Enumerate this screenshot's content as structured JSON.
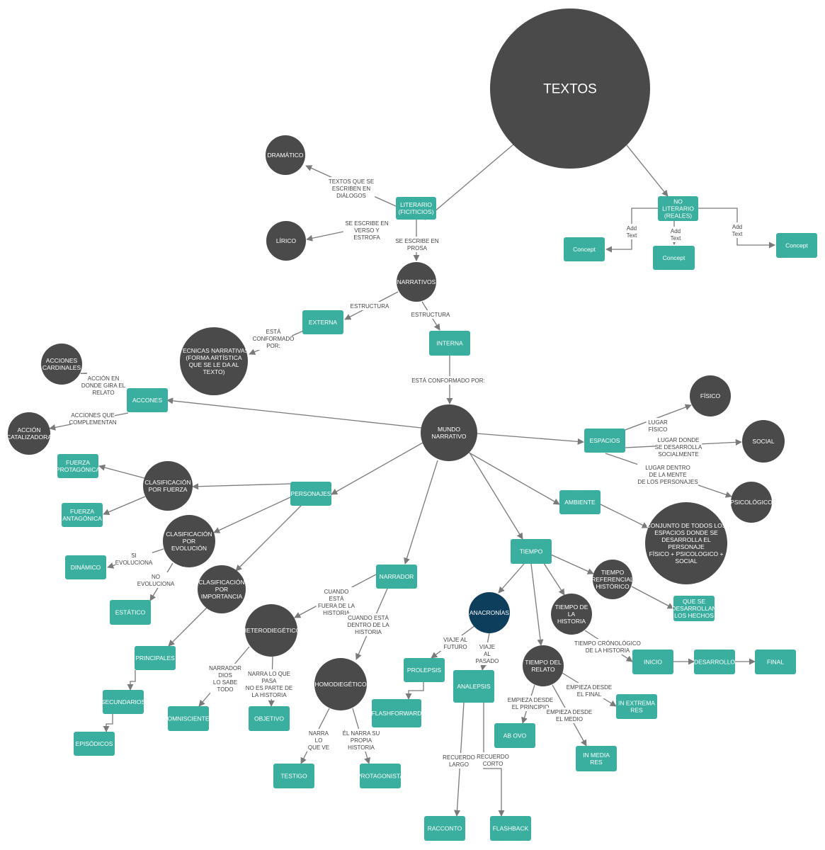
{
  "colors": {
    "circle_node": "#4a4a4a",
    "concept_box": "#3aafa0",
    "highlight_node": "#0d3e5c",
    "edge": "#7a7a7a",
    "edge_label": "#444444",
    "node_text": "#ffffff"
  },
  "nodes": [
    {
      "id": "textos",
      "shape": "circle",
      "lines": [
        "TEXTOS"
      ]
    },
    {
      "id": "literario",
      "shape": "box",
      "lines": [
        "LITERARIO",
        "(FICITICIOS)"
      ]
    },
    {
      "id": "no_literario",
      "shape": "box",
      "lines": [
        "NO",
        "LITERARIO",
        "(REALES)"
      ]
    },
    {
      "id": "concept_a",
      "shape": "box",
      "lines": [
        "Concept"
      ]
    },
    {
      "id": "concept_b",
      "shape": "box",
      "lines": [
        "Concept"
      ]
    },
    {
      "id": "concept_c",
      "shape": "box",
      "lines": [
        "Concept"
      ]
    },
    {
      "id": "dramatico",
      "shape": "circle",
      "lines": [
        "DRAMÁTICO"
      ]
    },
    {
      "id": "lirico",
      "shape": "circle",
      "lines": [
        "LÍRICO"
      ]
    },
    {
      "id": "narrativos",
      "shape": "circle",
      "lines": [
        "NARRATIVOS"
      ]
    },
    {
      "id": "externa",
      "shape": "box",
      "lines": [
        "EXTERNA"
      ]
    },
    {
      "id": "interna",
      "shape": "box",
      "lines": [
        "INTERNA"
      ]
    },
    {
      "id": "tecnicas",
      "shape": "circle",
      "lines": [
        "TECNICAS NARRATIVAS",
        "(FORMA ARTÍSTICA",
        "QUE SE LE DA AL",
        "TEXTO)"
      ]
    },
    {
      "id": "mundo",
      "shape": "circle",
      "lines": [
        "MUNDO",
        "NARRATIVO"
      ]
    },
    {
      "id": "acciones",
      "shape": "box",
      "lines": [
        "ACCONES"
      ]
    },
    {
      "id": "cardinales",
      "shape": "circle",
      "lines": [
        "ACCIONES",
        "CARDINALES"
      ]
    },
    {
      "id": "catalizadora",
      "shape": "circle",
      "lines": [
        "ACCIÓN",
        "CATALIZADORA"
      ]
    },
    {
      "id": "espacios",
      "shape": "box",
      "lines": [
        "ESPACIOS"
      ]
    },
    {
      "id": "fisico",
      "shape": "circle",
      "lines": [
        "FÍSICO"
      ]
    },
    {
      "id": "social",
      "shape": "circle",
      "lines": [
        "SOCIAL"
      ]
    },
    {
      "id": "psicologico",
      "shape": "circle",
      "lines": [
        "PSICOLÓGICO"
      ]
    },
    {
      "id": "ambiente",
      "shape": "box",
      "lines": [
        "AMBIENTE"
      ]
    },
    {
      "id": "conjunto",
      "shape": "circle",
      "lines": [
        "CONJUNTO DE TODOS LOS",
        "ESPACIOS DONDE SE",
        "DESARROLLA EL",
        "PERSONAJE",
        "FÍSICO + PSICOLOGICO +",
        "SOCIAL"
      ]
    },
    {
      "id": "personajes",
      "shape": "box",
      "lines": [
        "PERSONAJES"
      ]
    },
    {
      "id": "clas_fuerza",
      "shape": "circle",
      "lines": [
        "CLASIFICACIÓN",
        "POR FUERZA"
      ]
    },
    {
      "id": "protagonica",
      "shape": "box",
      "lines": [
        "FUERZA",
        "PROTAGÓNICA"
      ]
    },
    {
      "id": "antagonica",
      "shape": "box",
      "lines": [
        "FUERZA",
        "ANTAGÓNICA"
      ]
    },
    {
      "id": "clas_evolucion",
      "shape": "circle",
      "lines": [
        "CLASIFICACIÓN",
        "POR",
        "EVOLUCIÓN"
      ]
    },
    {
      "id": "dinamico",
      "shape": "box",
      "lines": [
        "DINÁMICO"
      ]
    },
    {
      "id": "estatico",
      "shape": "box",
      "lines": [
        "ESTÁTICO"
      ]
    },
    {
      "id": "clas_importancia",
      "shape": "circle",
      "lines": [
        "CLASIFICACIÓN",
        "POR",
        "IMPORTANCIA"
      ]
    },
    {
      "id": "principales",
      "shape": "box",
      "lines": [
        "PRINCIPALES"
      ]
    },
    {
      "id": "secundarios",
      "shape": "box",
      "lines": [
        "SECUNDARIOS"
      ]
    },
    {
      "id": "episodicos",
      "shape": "box",
      "lines": [
        "EPISÓDICOS"
      ]
    },
    {
      "id": "narrador",
      "shape": "box",
      "lines": [
        "NARRADOR"
      ]
    },
    {
      "id": "heterodiegetico",
      "shape": "circle",
      "lines": [
        "HETERODIEGÉTICO"
      ]
    },
    {
      "id": "omnisciente",
      "shape": "box",
      "lines": [
        "OMNISCIENTE"
      ]
    },
    {
      "id": "objetivo",
      "shape": "box",
      "lines": [
        "OBJETIVO"
      ]
    },
    {
      "id": "homodiegetico",
      "shape": "circle",
      "lines": [
        "HOMODIEGÉTICO"
      ]
    },
    {
      "id": "testigo",
      "shape": "box",
      "lines": [
        "TESTIGO"
      ]
    },
    {
      "id": "protagonista",
      "shape": "box",
      "lines": [
        "PROTAGONISTA"
      ]
    },
    {
      "id": "tiempo",
      "shape": "box",
      "lines": [
        "TIEMPO"
      ]
    },
    {
      "id": "anacronias",
      "shape": "circle",
      "highlight": true,
      "lines": [
        "ANACRONÍAS"
      ]
    },
    {
      "id": "prolepsis",
      "shape": "box",
      "lines": [
        "PROLEPSIS"
      ]
    },
    {
      "id": "flashforward",
      "shape": "box",
      "lines": [
        "FLASHFORWARD"
      ]
    },
    {
      "id": "analepsis",
      "shape": "box",
      "lines": [
        "ANALEPSIS"
      ]
    },
    {
      "id": "racconto",
      "shape": "box",
      "lines": [
        "RACCONTO"
      ]
    },
    {
      "id": "flashback",
      "shape": "box",
      "lines": [
        "FLASHBACK"
      ]
    },
    {
      "id": "tiempo_historia",
      "shape": "circle",
      "lines": [
        "TIEMPO DE",
        "LA",
        "HISTORIA"
      ]
    },
    {
      "id": "tiempo_referencial",
      "shape": "circle",
      "lines": [
        "TIEMPO",
        "REFERENCIAL",
        "HISTÓRICO"
      ]
    },
    {
      "id": "se_desarrollan",
      "shape": "box",
      "lines": [
        "QUE SE",
        "DESARROLLAN",
        "LOS HECHOS"
      ]
    },
    {
      "id": "tiempo_relato",
      "shape": "circle",
      "lines": [
        "TIEMPO DEL",
        "RELATO"
      ]
    },
    {
      "id": "inicio",
      "shape": "box",
      "lines": [
        "INICIO"
      ]
    },
    {
      "id": "desarrollo",
      "shape": "box",
      "lines": [
        "DESARROLLO"
      ]
    },
    {
      "id": "final",
      "shape": "box",
      "lines": [
        "FINAL"
      ]
    },
    {
      "id": "ab_ovo",
      "shape": "box",
      "lines": [
        "AB OVO"
      ]
    },
    {
      "id": "in_media_res",
      "shape": "box",
      "lines": [
        "IN MEDIA",
        "RES"
      ]
    },
    {
      "id": "in_extrema_res",
      "shape": "box",
      "lines": [
        "IN EXTREMA",
        "RES"
      ]
    }
  ],
  "edges": [
    {
      "id": "textos-literario",
      "lines": []
    },
    {
      "id": "textos-no_literario",
      "lines": []
    },
    {
      "id": "no_literario-concept_a",
      "lines": [
        "Add",
        "Text"
      ]
    },
    {
      "id": "no_literario-concept_b",
      "lines": [
        "Add",
        "Text"
      ]
    },
    {
      "id": "no_literario-concept_c",
      "lines": [
        "Add",
        "Text"
      ]
    },
    {
      "id": "literario-dramatico",
      "lines": [
        "TEXTOS QUE SE",
        "ESCRIBEN EN",
        "DIÁLOGOS"
      ]
    },
    {
      "id": "literario-lirico",
      "lines": [
        "SE ESCRIBE EN",
        "VERSO Y",
        "ESTROFA"
      ]
    },
    {
      "id": "literario-narrativos",
      "lines": [
        "SE ESCRIBE EN",
        "PROSA"
      ]
    },
    {
      "id": "narrativos-externa",
      "lines": [
        "ESTRUCTURA"
      ]
    },
    {
      "id": "narrativos-interna",
      "lines": [
        "ESTRUCTURA"
      ]
    },
    {
      "id": "externa-tecnicas",
      "lines": [
        "ESTÁ",
        "CONFORMADO",
        "POR:"
      ]
    },
    {
      "id": "interna-mundo",
      "lines": [
        "ESTÁ CONFORMADO POR:"
      ]
    },
    {
      "id": "mundo-acciones",
      "lines": []
    },
    {
      "id": "acciones-cardinales",
      "lines": [
        "ACCIÓN EN",
        "DONDE GIRA EL",
        "RELATO"
      ]
    },
    {
      "id": "acciones-catalizadora",
      "lines": [
        "ACCIONES QUE",
        "COMPLEMENTAN"
      ]
    },
    {
      "id": "mundo-espacios",
      "lines": []
    },
    {
      "id": "espacios-fisico",
      "lines": [
        "LUGAR",
        "FÍSICO"
      ]
    },
    {
      "id": "espacios-social",
      "lines": [
        "LUGAR DONDE",
        "SE DESARROLLA",
        "SOCIALMENTE"
      ]
    },
    {
      "id": "espacios-psicologico",
      "lines": [
        "LUGAR DENTRO",
        "DE LA MENTE",
        "DE LOS PERSONAJES"
      ]
    },
    {
      "id": "mundo-ambiente",
      "lines": []
    },
    {
      "id": "ambiente-conjunto",
      "lines": []
    },
    {
      "id": "mundo-personajes",
      "lines": []
    },
    {
      "id": "personajes-clas_fuerza",
      "lines": []
    },
    {
      "id": "clas_fuerza-protagonica",
      "lines": []
    },
    {
      "id": "clas_fuerza-antagonica",
      "lines": []
    },
    {
      "id": "personajes-clas_evolucion",
      "lines": []
    },
    {
      "id": "clas_evolucion-dinamico",
      "lines": [
        "SI",
        "EVOLUCIONA"
      ]
    },
    {
      "id": "clas_evolucion-estatico",
      "lines": [
        "NO",
        "EVOLUCIONA"
      ]
    },
    {
      "id": "personajes-clas_importancia",
      "lines": []
    },
    {
      "id": "clas_importancia-principales",
      "lines": []
    },
    {
      "id": "principales-secundarios",
      "lines": []
    },
    {
      "id": "secundarios-episodicos",
      "lines": []
    },
    {
      "id": "mundo-narrador",
      "lines": []
    },
    {
      "id": "narrador-heterodiegetico",
      "lines": [
        "CUANDO",
        "ESTÁ",
        "FUERA DE LA",
        "HISTORIA"
      ]
    },
    {
      "id": "narrador-homodiegetico",
      "lines": [
        "CUANDO ESTÁ",
        "DENTRO DE LA",
        "HISTORIA"
      ]
    },
    {
      "id": "heterodiegetico-omnisciente",
      "lines": [
        "NARRADOR",
        "DIOS",
        "LO SABE",
        "TODO"
      ]
    },
    {
      "id": "heterodiegetico-objetivo",
      "lines": [
        "NARRA LO QUE",
        "PASA",
        "NO ES PARTE DE",
        "LA HISTORIA"
      ]
    },
    {
      "id": "homodiegetico-testigo",
      "lines": [
        "NARRA",
        "LO",
        "QUE VE"
      ]
    },
    {
      "id": "homodiegetico-protagonista",
      "lines": [
        "ÉL NARRA SU",
        "PROPIA",
        "HISTORIA"
      ]
    },
    {
      "id": "mundo-tiempo",
      "lines": []
    },
    {
      "id": "tiempo-anacronias",
      "lines": []
    },
    {
      "id": "anacronias-prolepsis",
      "lines": [
        "VIAJE AL",
        "FUTURO"
      ]
    },
    {
      "id": "anacronias-analepsis",
      "lines": [
        "VIAJE",
        "AL",
        "PASADO"
      ]
    },
    {
      "id": "prolepsis-flashforward",
      "lines": []
    },
    {
      "id": "analepsis-racconto",
      "lines": [
        "RECUERDO",
        "LARGO"
      ]
    },
    {
      "id": "analepsis-flashback",
      "lines": [
        "RECUERDO",
        "CORTO"
      ]
    },
    {
      "id": "tiempo-tiempo_historia",
      "lines": []
    },
    {
      "id": "tiempo-tiempo_referencial",
      "lines": []
    },
    {
      "id": "tiempo_referencial-se_desarrollan",
      "lines": []
    },
    {
      "id": "tiempo-tiempo_relato",
      "lines": []
    },
    {
      "id": "tiempo_historia-inicio",
      "lines": [
        "TIEMPO CRÓNOLÓGICO",
        "DE LA HISTORIA"
      ]
    },
    {
      "id": "inicio-desarrollo",
      "lines": []
    },
    {
      "id": "desarrollo-final",
      "lines": []
    },
    {
      "id": "tiempo_relato-ab_ovo",
      "lines": [
        "EMPIEZA DESDE",
        "EL PRINCIPIO"
      ]
    },
    {
      "id": "tiempo_relato-in_media_res",
      "lines": [
        "EMPIEZA DESDE",
        "EL MEDIO"
      ]
    },
    {
      "id": "tiempo_relato-in_extrema_res",
      "lines": [
        "EMPIEZA DESDE",
        "EL FINAL"
      ]
    }
  ]
}
